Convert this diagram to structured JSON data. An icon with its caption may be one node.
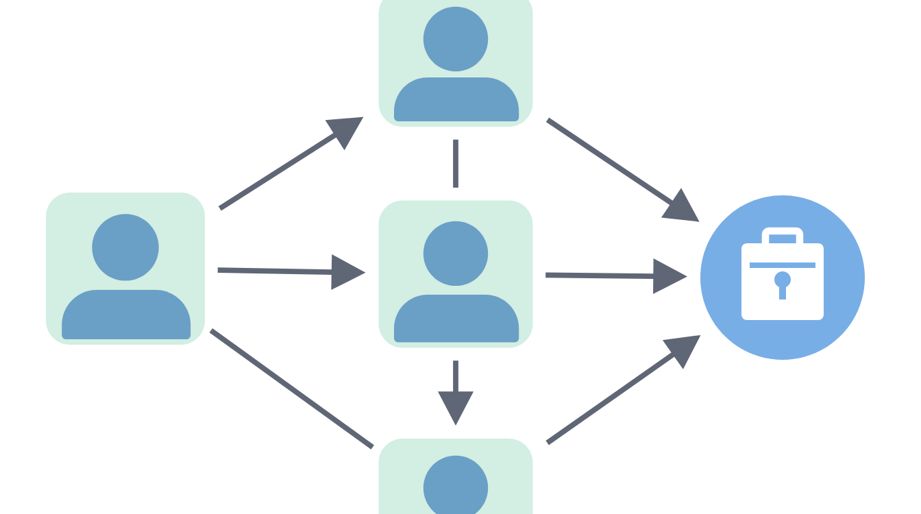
{
  "diagram": {
    "nodes": [
      {
        "text": [],
        "shape": "person"
      },
      {
        "text": [],
        "shape": "person"
      },
      {
        "text": [],
        "shape": "person"
      },
      {
        "text": [],
        "shape": "person"
      },
      {
        "text": [],
        "shape": "circle"
      }
    ],
    "edges": [
      {
        "from": 0,
        "to": 1,
        "arrow": "to"
      },
      {
        "from": 0,
        "to": 2,
        "arrow": "to"
      },
      {
        "from": 0,
        "to": 3,
        "arrow": "none"
      },
      {
        "from": 1,
        "to": 2,
        "arrow": "none"
      },
      {
        "from": 1,
        "to": 4,
        "arrow": "to"
      },
      {
        "from": 2,
        "to": 4,
        "arrow": "to"
      },
      {
        "from": 2,
        "to": 3,
        "arrow": "to"
      },
      {
        "from": 3,
        "to": 4,
        "arrow": "to"
      }
    ]
  }
}
